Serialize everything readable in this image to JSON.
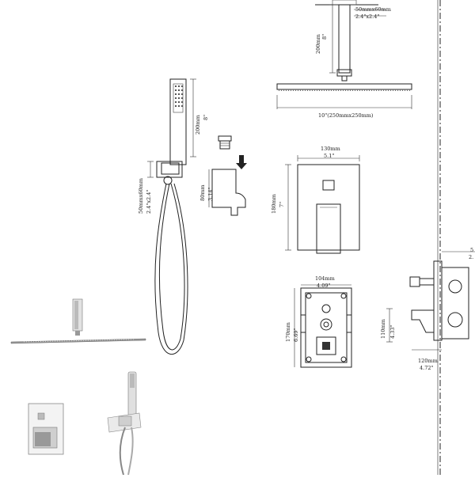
{
  "labels": {
    "arm_size_mm": "50mmx60mm",
    "arm_size_in": "2.4\"x2.4\"",
    "arm_len_mm": "200mm",
    "arm_len_in": "8\"",
    "head_size": "10\"(250mmx250mm)",
    "hand_len_mm": "200mm",
    "hand_len_in": "8\"",
    "holder_size_mm": "50mmx60mm",
    "holder_size_in": "2.4\"x2.4\"",
    "bracket_h_mm": "80mm",
    "bracket_h_in": "3.14\"",
    "plate_w_mm": "130mm",
    "plate_w_in": "5.1\"",
    "plate_h_mm": "180mm",
    "plate_h_in": "7\"",
    "box_w_mm": "104mm",
    "box_w_in": "4.09\"",
    "box_h_mm": "170mm",
    "box_h_in": "6.69\"",
    "valve_h_mm": "110mm",
    "valve_h_in": "4.33\"",
    "valve_d_mm": "120mm",
    "valve_d_in": "4.72\"",
    "wall_gap_a": "5",
    "wall_gap_b": "2."
  }
}
